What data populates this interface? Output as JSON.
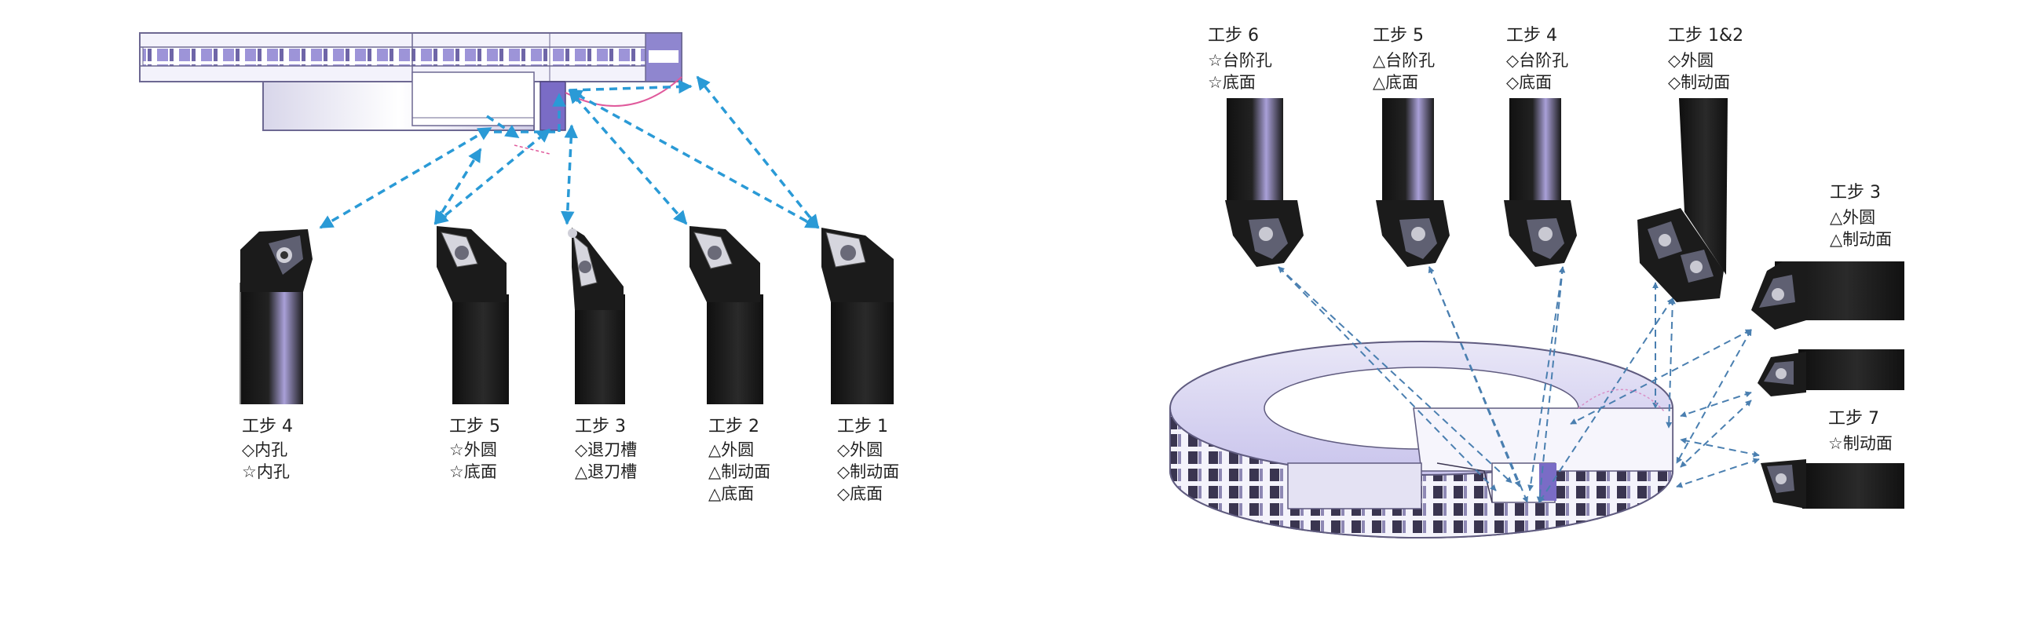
{
  "left_panel": {
    "steps": [
      {
        "title": "工步 4",
        "ops": [
          "◇内孔",
          "☆内孔"
        ]
      },
      {
        "title": "工步 5",
        "ops": [
          "☆外圆",
          "☆底面"
        ]
      },
      {
        "title": "工步 3",
        "ops": [
          "◇退刀槽",
          "△退刀槽"
        ]
      },
      {
        "title": "工步 2",
        "ops": [
          "△外圆",
          "△制动面",
          "△底面"
        ]
      },
      {
        "title": "工步 1",
        "ops": [
          "◇外圆",
          "◇制动面",
          "◇底面"
        ]
      }
    ]
  },
  "right_panel": {
    "top_steps": [
      {
        "title": "工步 6",
        "ops": [
          "☆台阶孔",
          "☆底面"
        ]
      },
      {
        "title": "工步 5",
        "ops": [
          "△台阶孔",
          "△底面"
        ]
      },
      {
        "title": "工步 4",
        "ops": [
          "◇台阶孔",
          "◇底面"
        ]
      },
      {
        "title": "工步 1&2",
        "ops": [
          "◇外圆",
          "◇制动面"
        ]
      }
    ],
    "side_steps": [
      {
        "title": "工步 3",
        "ops": [
          "△外圆",
          "△制动面"
        ]
      },
      {
        "title": "工步 7",
        "ops": [
          "☆制动面"
        ]
      }
    ]
  },
  "colors": {
    "arrow_left": "#2a9ad6",
    "arrow_right": "#4a7fb0",
    "tool_body": "#1e1e1e",
    "disc_purple": "#b9b4e6",
    "highlight_purple": "#7a6cc6"
  }
}
